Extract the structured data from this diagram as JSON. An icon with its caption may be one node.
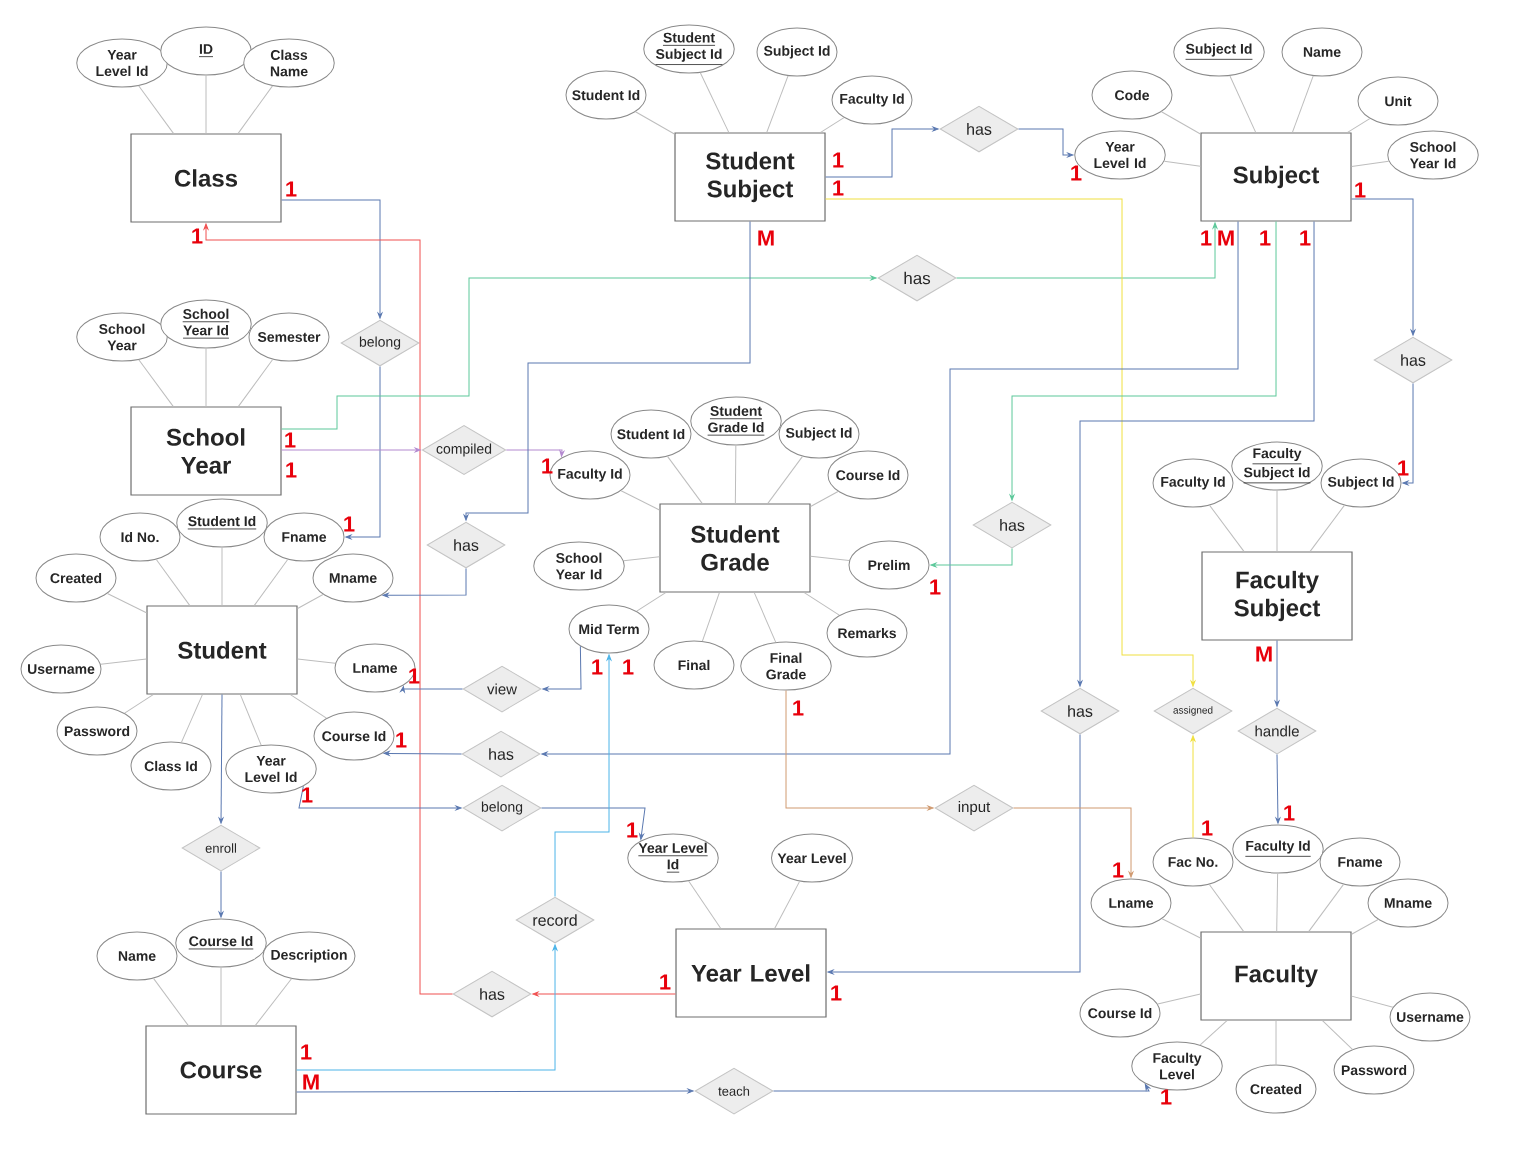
{
  "diagram": {
    "nodes": [
      {
        "text": [
          "Class"
        ]
      },
      {
        "text": [
          "Year Level Id"
        ]
      },
      {
        "text": [
          "ID"
        ]
      },
      {
        "text": [
          "Class Name"
        ]
      },
      {
        "text": [
          "Student Subject"
        ]
      },
      {
        "text": [
          "Student Id"
        ]
      },
      {
        "text": [
          "Student Subject Id"
        ]
      },
      {
        "text": [
          "Subject Id"
        ]
      },
      {
        "text": [
          "Faculty Id"
        ]
      },
      {
        "text": [
          "Subject"
        ]
      },
      {
        "text": [
          "Code"
        ]
      },
      {
        "text": [
          "Subject Id"
        ]
      },
      {
        "text": [
          "Name"
        ]
      },
      {
        "text": [
          "Unit"
        ]
      },
      {
        "text": [
          "School Year Id"
        ]
      },
      {
        "text": [
          "Year Level Id"
        ]
      },
      {
        "text": [
          "has"
        ]
      },
      {
        "text": [
          "has"
        ]
      },
      {
        "text": [
          "belong"
        ]
      },
      {
        "text": [
          "has"
        ]
      },
      {
        "text": [
          "School Year"
        ]
      },
      {
        "text": [
          "School Year"
        ]
      },
      {
        "text": [
          "School Year Id"
        ]
      },
      {
        "text": [
          "Semester"
        ]
      },
      {
        "text": [
          "compiled"
        ]
      },
      {
        "text": [
          "Student Grade"
        ]
      },
      {
        "text": [
          "Student Id"
        ]
      },
      {
        "text": [
          "Student Grade Id"
        ]
      },
      {
        "text": [
          "Subject Id"
        ]
      },
      {
        "text": [
          "Faculty Id"
        ]
      },
      {
        "text": [
          "Course Id"
        ]
      },
      {
        "text": [
          "School Year Id"
        ]
      },
      {
        "text": [
          "Prelim"
        ]
      },
      {
        "text": [
          "Mid Term"
        ]
      },
      {
        "text": [
          "Remarks"
        ]
      },
      {
        "text": [
          "Final"
        ]
      },
      {
        "text": [
          "Final Grade"
        ]
      },
      {
        "text": [
          "Faculty Subject"
        ]
      },
      {
        "text": [
          "Faculty Id"
        ]
      },
      {
        "text": [
          "Faculty Subject Id"
        ]
      },
      {
        "text": [
          "Subject Id"
        ]
      },
      {
        "text": [
          "has"
        ]
      },
      {
        "text": [
          "has"
        ]
      },
      {
        "text": [
          "Student"
        ]
      },
      {
        "text": [
          "Id No."
        ]
      },
      {
        "text": [
          "Student Id"
        ]
      },
      {
        "text": [
          "Fname"
        ]
      },
      {
        "text": [
          "Created"
        ]
      },
      {
        "text": [
          "Mname"
        ]
      },
      {
        "text": [
          "Username"
        ]
      },
      {
        "text": [
          "Lname"
        ]
      },
      {
        "text": [
          "Password"
        ]
      },
      {
        "text": [
          "Course Id"
        ]
      },
      {
        "text": [
          "Class Id"
        ]
      },
      {
        "text": [
          "Year Level Id"
        ]
      },
      {
        "text": [
          "view"
        ]
      },
      {
        "text": [
          "has"
        ]
      },
      {
        "text": [
          "belong"
        ]
      },
      {
        "text": [
          "has"
        ]
      },
      {
        "text": [
          "assigned"
        ]
      },
      {
        "text": [
          "handle"
        ]
      },
      {
        "text": [
          "input"
        ]
      },
      {
        "text": [
          "enroll"
        ]
      },
      {
        "text": [
          "Year Level"
        ]
      },
      {
        "text": [
          "Year Level Id"
        ]
      },
      {
        "text": [
          "Year Level"
        ]
      },
      {
        "text": [
          "Faculty"
        ]
      },
      {
        "text": [
          "Fac No."
        ]
      },
      {
        "text": [
          "Faculty Id"
        ]
      },
      {
        "text": [
          "Fname"
        ]
      },
      {
        "text": [
          "Lname"
        ]
      },
      {
        "text": [
          "Mname"
        ]
      },
      {
        "text": [
          "Course Id"
        ]
      },
      {
        "text": [
          "Username"
        ]
      },
      {
        "text": [
          "Faculty Level"
        ]
      },
      {
        "text": [
          "Password"
        ]
      },
      {
        "text": [
          "Created"
        ]
      },
      {
        "text": [
          "record"
        ]
      },
      {
        "text": [
          "has"
        ]
      },
      {
        "text": [
          "Course"
        ]
      },
      {
        "text": [
          "Name"
        ]
      },
      {
        "text": [
          "Course Id"
        ]
      },
      {
        "text": [
          "Description"
        ]
      },
      {
        "text": [
          "teach"
        ]
      }
    ],
    "edges": [
      {
        "from": 0,
        "to": 18,
        "arrow": "to",
        "color": "#5a78b0"
      },
      {
        "from": 18,
        "to": 46,
        "arrow": "to",
        "color": "#5a78b0"
      },
      {
        "from": 63,
        "to": 78,
        "arrow": "to",
        "color": "#f05050"
      },
      {
        "from": 78,
        "to": 0,
        "arrow": "to",
        "color": "#f05050"
      },
      {
        "from": 20,
        "to": 17,
        "arrow": "to",
        "color": "#5cc89a"
      },
      {
        "from": 17,
        "to": 9,
        "arrow": "to",
        "color": "#5cc89a"
      },
      {
        "from": 20,
        "to": 24,
        "arrow": "to",
        "color": "#b48ad0"
      },
      {
        "from": 24,
        "to": 29,
        "arrow": "to",
        "color": "#b48ad0"
      },
      {
        "from": 4,
        "to": 41,
        "arrow": "to",
        "color": "#5a78b0"
      },
      {
        "from": 41,
        "to": 48,
        "arrow": "to",
        "color": "#5a78b0"
      },
      {
        "from": 4,
        "to": 16,
        "arrow": "to",
        "color": "#5a78b0"
      },
      {
        "from": 16,
        "to": 15,
        "arrow": "to",
        "color": "#5a78b0"
      },
      {
        "from": 4,
        "to": 59,
        "arrow": "to",
        "color": "#f0e040"
      },
      {
        "from": 67,
        "to": 59,
        "arrow": "to",
        "color": "#f0e040"
      },
      {
        "from": 9,
        "to": 19,
        "arrow": "to",
        "color": "#5a78b0"
      },
      {
        "from": 19,
        "to": 40,
        "arrow": "to",
        "color": "#5a78b0"
      },
      {
        "from": 9,
        "to": 56,
        "arrow": "to",
        "color": "#5a78b0"
      },
      {
        "from": 56,
        "to": 52,
        "arrow": "to",
        "color": "#5a78b0"
      },
      {
        "from": 9,
        "to": 42,
        "arrow": "to",
        "color": "#5cc89a"
      },
      {
        "from": 42,
        "to": 32,
        "arrow": "to",
        "color": "#5cc89a"
      },
      {
        "from": 9,
        "to": 58,
        "arrow": "to",
        "color": "#5a78b0"
      },
      {
        "from": 58,
        "to": 63,
        "arrow": "to",
        "color": "#5a78b0"
      },
      {
        "from": 33,
        "to": 55,
        "arrow": "to",
        "color": "#5a78b0"
      },
      {
        "from": 55,
        "to": 50,
        "arrow": "to",
        "color": "#5a78b0"
      },
      {
        "from": 54,
        "to": 57,
        "arrow": "to",
        "color": "#5a78b0"
      },
      {
        "from": 57,
        "to": 64,
        "arrow": "to",
        "color": "#5a78b0"
      },
      {
        "from": 79,
        "to": 77,
        "arrow": "to",
        "color": "#4cb4e8"
      },
      {
        "from": 77,
        "to": 33,
        "arrow": "to",
        "color": "#4cb4e8"
      },
      {
        "from": 36,
        "to": 61,
        "arrow": "to",
        "color": "#d09a70"
      },
      {
        "from": 61,
        "to": 70,
        "arrow": "to",
        "color": "#d09a70"
      },
      {
        "from": 37,
        "to": 60,
        "arrow": "to",
        "color": "#5a78b0"
      },
      {
        "from": 60,
        "to": 68,
        "arrow": "to",
        "color": "#5a78b0"
      },
      {
        "from": 43,
        "to": 62,
        "arrow": "to",
        "color": "#5a78b0"
      },
      {
        "from": 62,
        "to": 81,
        "arrow": "to",
        "color": "#5a78b0"
      },
      {
        "from": 79,
        "to": 83,
        "arrow": "to",
        "color": "#5a78b0"
      },
      {
        "from": 83,
        "to": 74,
        "arrow": "to",
        "color": "#5a78b0"
      },
      {
        "from": 1,
        "to": 0,
        "arrow": "none"
      },
      {
        "from": 2,
        "to": 0,
        "arrow": "none"
      },
      {
        "from": 3,
        "to": 0,
        "arrow": "none"
      },
      {
        "from": 5,
        "to": 4,
        "arrow": "none"
      },
      {
        "from": 6,
        "to": 4,
        "arrow": "none"
      },
      {
        "from": 7,
        "to": 4,
        "arrow": "none"
      },
      {
        "from": 8,
        "to": 4,
        "arrow": "none"
      },
      {
        "from": 10,
        "to": 9,
        "arrow": "none"
      },
      {
        "from": 11,
        "to": 9,
        "arrow": "none"
      },
      {
        "from": 12,
        "to": 9,
        "arrow": "none"
      },
      {
        "from": 13,
        "to": 9,
        "arrow": "none"
      },
      {
        "from": 14,
        "to": 9,
        "arrow": "none"
      },
      {
        "from": 15,
        "to": 9,
        "arrow": "none"
      },
      {
        "from": 21,
        "to": 20,
        "arrow": "none"
      },
      {
        "from": 22,
        "to": 20,
        "arrow": "none"
      },
      {
        "from": 23,
        "to": 20,
        "arrow": "none"
      },
      {
        "from": 26,
        "to": 25,
        "arrow": "none"
      },
      {
        "from": 27,
        "to": 25,
        "arrow": "none"
      },
      {
        "from": 28,
        "to": 25,
        "arrow": "none"
      },
      {
        "from": 29,
        "to": 25,
        "arrow": "none"
      },
      {
        "from": 30,
        "to": 25,
        "arrow": "none"
      },
      {
        "from": 31,
        "to": 25,
        "arrow": "none"
      },
      {
        "from": 32,
        "to": 25,
        "arrow": "none"
      },
      {
        "from": 33,
        "to": 25,
        "arrow": "none"
      },
      {
        "from": 34,
        "to": 25,
        "arrow": "none"
      },
      {
        "from": 35,
        "to": 25,
        "arrow": "none"
      },
      {
        "from": 36,
        "to": 25,
        "arrow": "none"
      },
      {
        "from": 38,
        "to": 37,
        "arrow": "none"
      },
      {
        "from": 39,
        "to": 37,
        "arrow": "none"
      },
      {
        "from": 40,
        "to": 37,
        "arrow": "none"
      },
      {
        "from": 44,
        "to": 43,
        "arrow": "none"
      },
      {
        "from": 45,
        "to": 43,
        "arrow": "none"
      },
      {
        "from": 46,
        "to": 43,
        "arrow": "none"
      },
      {
        "from": 47,
        "to": 43,
        "arrow": "none"
      },
      {
        "from": 48,
        "to": 43,
        "arrow": "none"
      },
      {
        "from": 49,
        "to": 43,
        "arrow": "none"
      },
      {
        "from": 50,
        "to": 43,
        "arrow": "none"
      },
      {
        "from": 51,
        "to": 43,
        "arrow": "none"
      },
      {
        "from": 52,
        "to": 43,
        "arrow": "none"
      },
      {
        "from": 53,
        "to": 43,
        "arrow": "none"
      },
      {
        "from": 54,
        "to": 43,
        "arrow": "none"
      },
      {
        "from": 64,
        "to": 63,
        "arrow": "none"
      },
      {
        "from": 65,
        "to": 63,
        "arrow": "none"
      },
      {
        "from": 67,
        "to": 66,
        "arrow": "none"
      },
      {
        "from": 68,
        "to": 66,
        "arrow": "none"
      },
      {
        "from": 69,
        "to": 66,
        "arrow": "none"
      },
      {
        "from": 70,
        "to": 66,
        "arrow": "none"
      },
      {
        "from": 71,
        "to": 66,
        "arrow": "none"
      },
      {
        "from": 72,
        "to": 66,
        "arrow": "none"
      },
      {
        "from": 73,
        "to": 66,
        "arrow": "none"
      },
      {
        "from": 74,
        "to": 66,
        "arrow": "none"
      },
      {
        "from": 75,
        "to": 66,
        "arrow": "none"
      },
      {
        "from": 76,
        "to": 66,
        "arrow": "none"
      },
      {
        "from": 80,
        "to": 79,
        "arrow": "none"
      },
      {
        "from": 81,
        "to": 79,
        "arrow": "none"
      },
      {
        "from": 82,
        "to": 79,
        "arrow": "none"
      }
    ],
    "labels": [
      "1",
      "1",
      "1",
      "1",
      "1",
      "1",
      "M",
      "1",
      "M",
      "1",
      "1",
      "1",
      "1",
      "1",
      "1",
      "1",
      "1",
      "M",
      "1",
      "1",
      "1",
      "1",
      "1",
      "1",
      "1",
      "1",
      "1",
      "1",
      "1",
      "1",
      "1",
      "M",
      "1"
    ]
  }
}
